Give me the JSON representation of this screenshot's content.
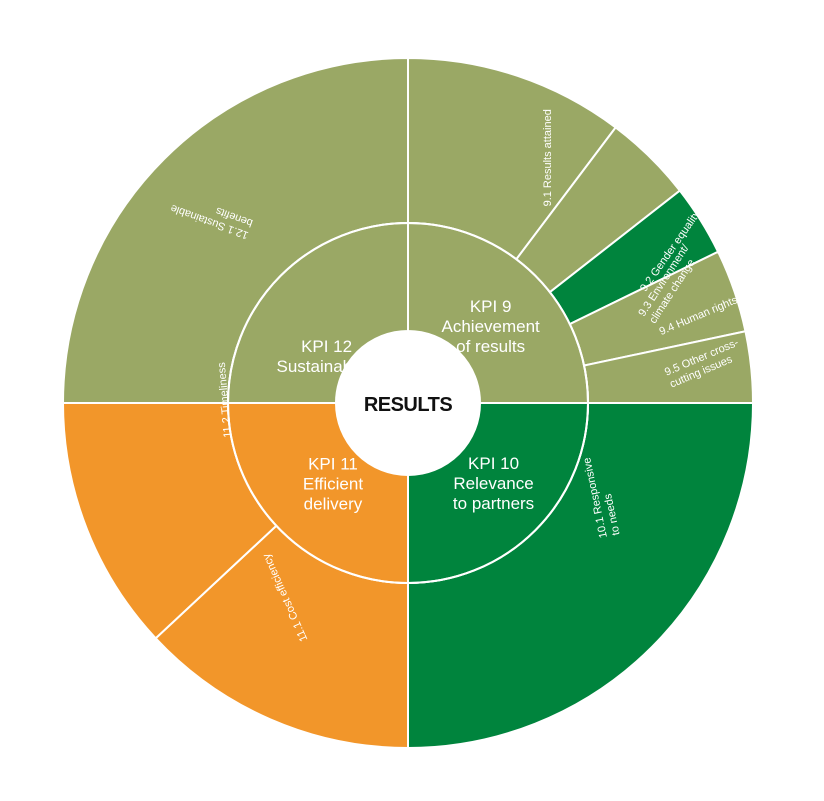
{
  "colors": {
    "olive": "#9aa865",
    "green": "#00843d",
    "orange": "#f2962a",
    "divider": "#ffffff",
    "center_text": "#111111"
  },
  "center": {
    "label": "RESULTS"
  },
  "kpis": [
    {
      "id": "kpi9",
      "lines": [
        "KPI 9",
        "Achievement",
        "of results"
      ],
      "color": "olive",
      "sub": [
        {
          "lines": [
            "9.1 Results attained"
          ],
          "color": "olive"
        },
        {
          "lines": [
            "9.2 Gender equality"
          ],
          "color": "olive"
        },
        {
          "lines": [
            "9.3 Environment/",
            "climate change"
          ],
          "color": "green"
        },
        {
          "lines": [
            "9.4 Human rights"
          ],
          "color": "olive"
        },
        {
          "lines": [
            "9.5 Other cross-",
            "cutting issues"
          ],
          "color": "olive"
        }
      ]
    },
    {
      "id": "kpi10",
      "lines": [
        "KPI 10",
        "Relevance",
        "to partners"
      ],
      "color": "green",
      "sub": [
        {
          "lines": [
            "10.1 Responsive",
            "to needs"
          ],
          "color": "green"
        }
      ]
    },
    {
      "id": "kpi11",
      "lines": [
        "KPI 11",
        "Efficient",
        "delivery"
      ],
      "color": "orange",
      "sub": [
        {
          "lines": [
            "11.1 Cost efficiency"
          ],
          "color": "orange"
        },
        {
          "lines": [
            "11.2 Timeliness"
          ],
          "color": "orange"
        }
      ]
    },
    {
      "id": "kpi12",
      "lines": [
        "KPI 12",
        "Sustainability"
      ],
      "color": "olive",
      "sub": [
        {
          "lines": [
            "12.1 Sustainable",
            "benefits"
          ],
          "color": "olive"
        }
      ]
    }
  ]
}
